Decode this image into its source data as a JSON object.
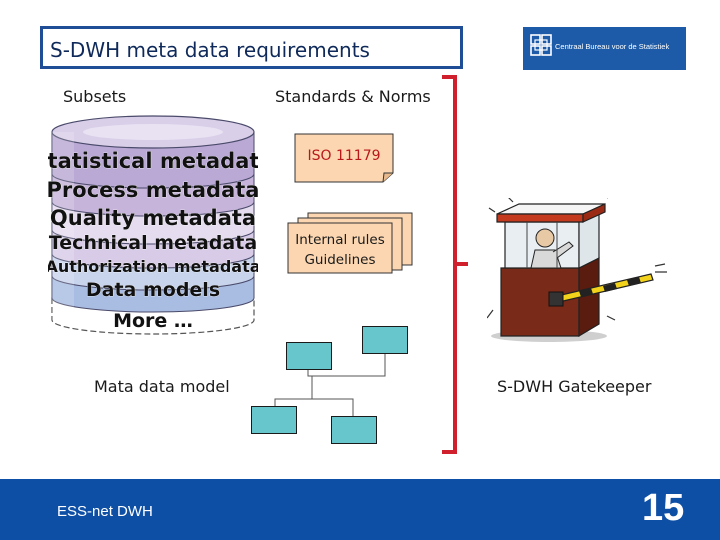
{
  "slide": {
    "title": "S-DWH meta data requirements",
    "page_number": "15",
    "footer": "ESS-net DWH"
  },
  "logo": {
    "text": "Centraal Bureau voor de Statistiek",
    "color": "#1d5ba8"
  },
  "left": {
    "heading": "Subsets",
    "caption": "Mata data model",
    "layers": [
      {
        "label": "Statistical metadata",
        "color": "#b9a9d4"
      },
      {
        "label": "Process metadata",
        "color": "#c6b4da"
      },
      {
        "label": "Quality metadata",
        "color": "#e6dcef"
      },
      {
        "label": "Technical metadata",
        "color": "#d7cbe7"
      },
      {
        "label": "Authorization metadata",
        "color": "#c8d4ec"
      },
      {
        "label": "Data models",
        "color": "#a9bde2"
      },
      {
        "label": "More …",
        "color": "#ffffff"
      }
    ]
  },
  "middle": {
    "heading": "Standards & Norms",
    "iso_note": "ISO 11179",
    "rules_line1": "Internal rules",
    "rules_line2": "Guidelines"
  },
  "right": {
    "caption": "S-DWH Gatekeeper",
    "image": "gatekeeper-booth-icon"
  },
  "colors": {
    "bracket": "#d0202e",
    "note_fill": "#fbd6b0",
    "node_fill": "#66c6cc",
    "footer": "#0e4fa6"
  }
}
